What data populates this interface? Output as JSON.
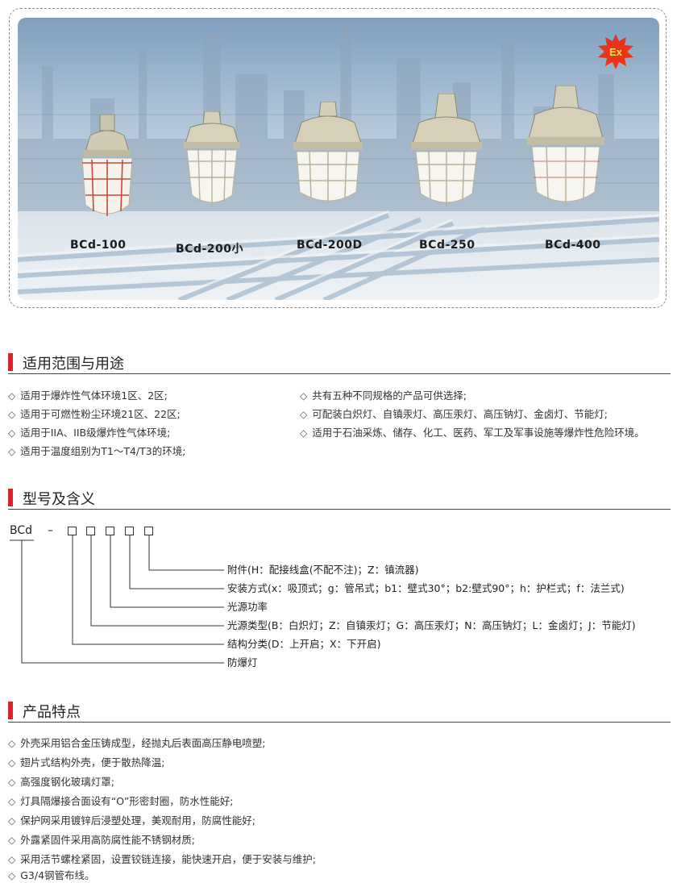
{
  "hero": {
    "badge_text": "Ex",
    "products": [
      {
        "label": "BCd-100"
      },
      {
        "label": "BCd-200小"
      },
      {
        "label": "BCd-200D"
      },
      {
        "label": "BCd-250"
      },
      {
        "label": "BCd-400"
      }
    ]
  },
  "scope": {
    "title": "适用范围与用途",
    "left_items": [
      "适用于爆炸性气体环境1区、2区;",
      "适用于可燃性粉尘环境21区、22区;",
      "适用于IIA、IIB级爆炸性气体环境;",
      "适用于温度组别为T1～T4/T3的环境;"
    ],
    "right_items": [
      "共有五种不同规格的产品可供选择;",
      "可配装白炽灯、自镇汞灯、高压汞灯、高压钠灯、金卤灯、节能灯;",
      "适用于石油采炼、储存、化工、医药、军工及军事设施等爆炸性危险环境。"
    ]
  },
  "model": {
    "title": "型号及含义",
    "prefix": "BCd",
    "dash": "–",
    "descriptions": [
      "附件(H：配接线盒(不配不注)；Z：镇流器)",
      "安装方式(x：吸顶式；g：管吊式；b1：壁式30°；b2:壁式90°；h：护栏式；f：法兰式)",
      "光源功率",
      "光源类型(B：白炽灯；Z：自镇汞灯；G：高压汞灯；N：高压钠灯；L：金卤灯；J：节能灯)",
      "结构分类(D：上开启；X：下开启)",
      "防爆灯"
    ]
  },
  "features": {
    "title": "产品特点",
    "items": [
      "外壳采用铝合金压铸成型，经抛丸后表面高压静电喷塑;",
      "翅片式结构外壳，便于散热降温;",
      "高强度钢化玻璃灯罩;",
      "灯具隔爆接合面设有“O”形密封圈，防水性能好;",
      "保护网采用镀锌后浸塑处理，美观耐用，防腐性能好;",
      "外露紧固件采用高防腐性能不锈钢材质;",
      "采用活节螺栓紧固，设置铰链连接，能快速开启，便于安装与维护;",
      "G3/4钢管布线。"
    ]
  },
  "bullet_symbol": "◇",
  "colors": {
    "accent": "#d8232a",
    "badge": "#e8341c",
    "badge_text": "#ffe14a",
    "lamp_body": "#cfc9b3"
  }
}
